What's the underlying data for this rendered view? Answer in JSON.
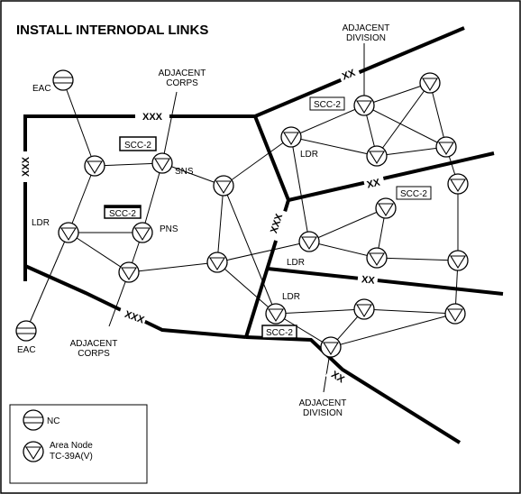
{
  "title": "INSTALL INTERNODAL LINKS",
  "labels": {
    "adjacent_division_top": [
      "ADJACENT",
      "DIVISION"
    ],
    "adjacent_corps_top": [
      "ADJACENT",
      "CORPS"
    ],
    "adjacent_corps_bottom": [
      "ADJACENT",
      "CORPS"
    ],
    "adjacent_division_bottom": [
      "ADJACENT",
      "DIVISION"
    ],
    "eac_top": "EAC",
    "eac_bottom": "EAC",
    "sns": "SNS",
    "pns": "PNS",
    "ldr_left": "LDR",
    "ldr_mid_top": "LDR",
    "ldr_mid": "LDR",
    "ldr_bottom": "LDR"
  },
  "boundary_labels": {
    "xxx_top": "XXX",
    "xxx_left": "XXX",
    "xxx_bottom": "XXX",
    "xxx_center": "XXX",
    "xx_top": "XX",
    "xx_right_upper": "XX",
    "xx_right_lower": "XX",
    "xx_bottom": "XX"
  },
  "scc_boxes": {
    "top_right": "SCC-2",
    "left_upper": "SCC-2",
    "left_lower": "SCC-2",
    "right_mid": "SCC-2",
    "bottom": "SCC-2"
  },
  "legend": {
    "nc_label": "NC",
    "area_node_line1": "Area Node",
    "area_node_line2": "TC-39A(V)"
  },
  "colors": {
    "line": "#000000",
    "background": "#ffffff"
  }
}
